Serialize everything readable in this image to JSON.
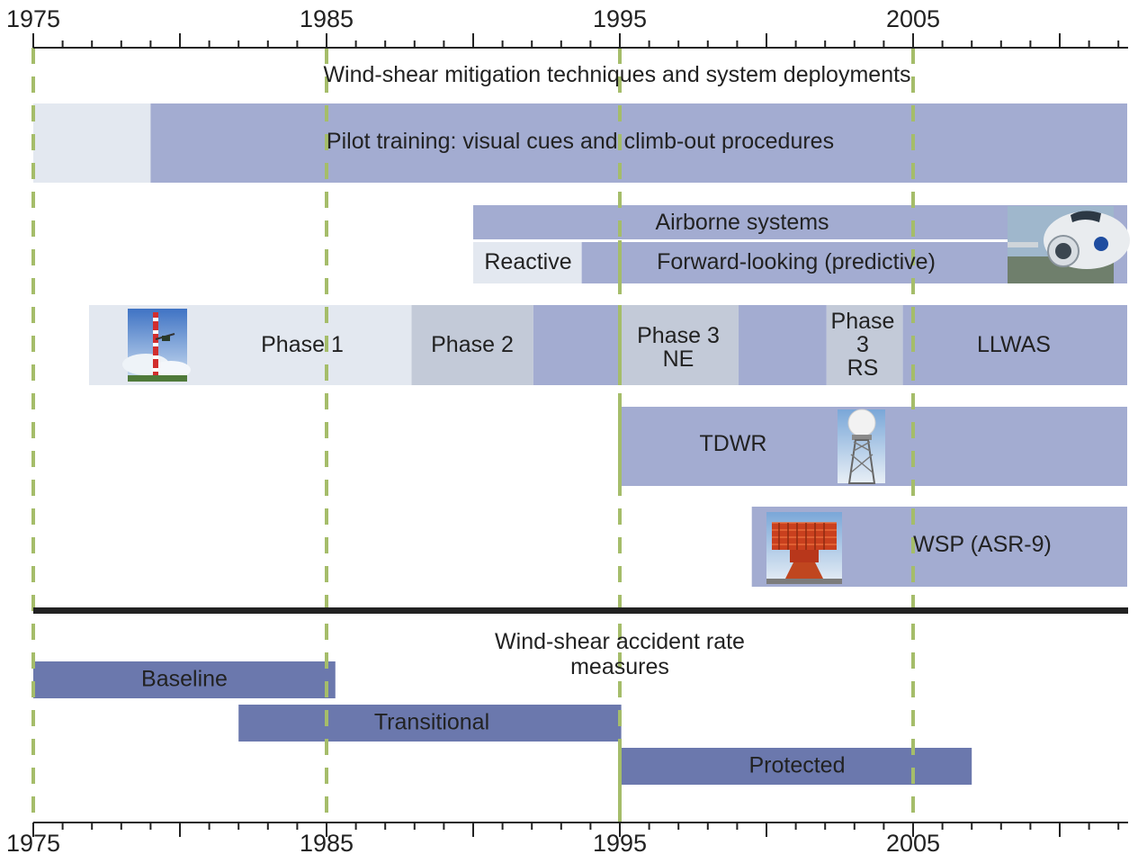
{
  "chart_data": {
    "type": "timeline",
    "x_range": [
      1975,
      2012.3
    ],
    "axis_years": [
      "1975",
      "1985",
      "1995",
      "2005"
    ],
    "colors": {
      "light": "#E3E8F0",
      "gray": "#C3CAD8",
      "mid": "#A3ACD1",
      "dark": "#6B78AD",
      "gridline": "#A5BD6A",
      "axis": "#222222"
    },
    "deployment": {
      "title": "Wind-shear mitigation techniques and system deployments",
      "rows": [
        {
          "id": "pilot-training",
          "segments": [
            {
              "start": 1975,
              "end": 1979,
              "tone": "light",
              "label": ""
            },
            {
              "start": 1979,
              "end": 2012.3,
              "tone": "mid",
              "label": "Pilot training: visual cues and climb-out procedures"
            }
          ]
        },
        {
          "id": "airborne-systems",
          "segments": [
            {
              "start": 1990,
              "end": 2012.3,
              "tone": "mid",
              "label": "Airborne systems"
            }
          ]
        },
        {
          "id": "airborne-subtypes",
          "segments": [
            {
              "start": 1990,
              "end": 1993.7,
              "tone": "light",
              "label": "Reactive"
            },
            {
              "start": 1993.7,
              "end": 2012.3,
              "tone": "mid",
              "label": "Forward-looking (predictive)"
            }
          ]
        },
        {
          "id": "llwas",
          "segments": [
            {
              "start": 1976.9,
              "end": 1987.9,
              "tone": "light",
              "label": "Phase 1"
            },
            {
              "start": 1987.9,
              "end": 1992.05,
              "tone": "gray",
              "label": "Phase 2"
            },
            {
              "start": 1992.05,
              "end": 1994.95,
              "tone": "mid",
              "label": ""
            },
            {
              "start": 1994.95,
              "end": 1999.05,
              "tone": "gray",
              "label": "Phase 3\nNE"
            },
            {
              "start": 1999.05,
              "end": 2002.05,
              "tone": "mid",
              "label": ""
            },
            {
              "start": 2002.05,
              "end": 2004.65,
              "tone": "gray",
              "label": "Phase\n3\nRS"
            },
            {
              "start": 2004.65,
              "end": 2012.3,
              "tone": "mid",
              "label": "LLWAS"
            }
          ]
        },
        {
          "id": "tdwr",
          "segments": [
            {
              "start": 1994.95,
              "end": 2012.3,
              "tone": "mid",
              "label": "TDWR"
            }
          ]
        },
        {
          "id": "wsp",
          "segments": [
            {
              "start": 1999.5,
              "end": 2012.3,
              "tone": "mid",
              "label": "WSP (ASR-9)"
            }
          ]
        }
      ]
    },
    "accident_rate": {
      "title_lines": [
        "Wind-shear accident rate",
        "measures"
      ],
      "bars": [
        {
          "label": "Baseline",
          "start": 1975,
          "end": 1985.3
        },
        {
          "label": "Transitional",
          "start": 1982,
          "end": 1995.05
        },
        {
          "label": "Protected",
          "start": 1995.05,
          "end": 2007
        }
      ]
    },
    "photos": [
      {
        "name": "llwas-tower-photo-icon",
        "year": 1978.1,
        "row": "llwas"
      },
      {
        "name": "radar-dome-tower-photo-icon",
        "year": 2001.4,
        "row": "tdwr"
      },
      {
        "name": "asr9-antenna-photo-icon",
        "year": 1999.5,
        "row": "wsp"
      },
      {
        "name": "aircraft-nose-photo-icon",
        "year": 2008.6,
        "row": "airborne-systems"
      }
    ]
  }
}
